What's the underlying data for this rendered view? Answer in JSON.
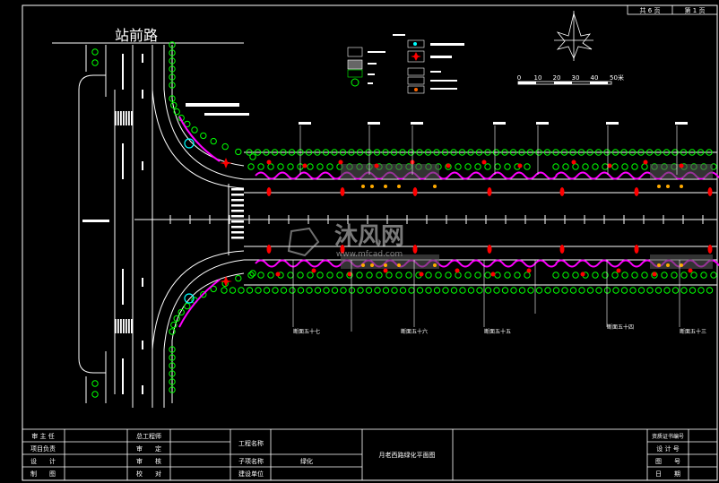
{
  "header": {
    "total_pages": "共 6 页",
    "page_no": "第 1 页"
  },
  "street_name": "站前路",
  "scale_bar": {
    "labels": [
      "0",
      "10",
      "20",
      "30",
      "40",
      "50米"
    ]
  },
  "watermark": {
    "brand": "沐风网",
    "url": "www.mfcad.com"
  },
  "section_labels": [
    "断面五十七",
    "断面五十六",
    "断面五十五",
    "断面五十四",
    "断面五十三"
  ],
  "title_block": {
    "left_labels": [
      "审 主 任",
      "项目负责",
      "设　　计",
      "制　　图"
    ],
    "mid_labels": [
      "总工程师",
      "审　　定",
      "审　　核",
      "校　　对"
    ],
    "project_labels": [
      "工程名称",
      "子项名称",
      "建设单位"
    ],
    "subitem_value": "绿化",
    "drawing_title": "月老西路绿化平面图",
    "right_labels": [
      "资质证书编号",
      "设 计 号",
      "图　　号",
      "日　　期"
    ]
  },
  "colors": {
    "background": "#000000",
    "line": "#ffffff",
    "tree": "#00ff00",
    "hedge": "#ff00ff",
    "flower": "#ff0000",
    "accent": "#00ffff",
    "shrub": "#ffaa00"
  }
}
